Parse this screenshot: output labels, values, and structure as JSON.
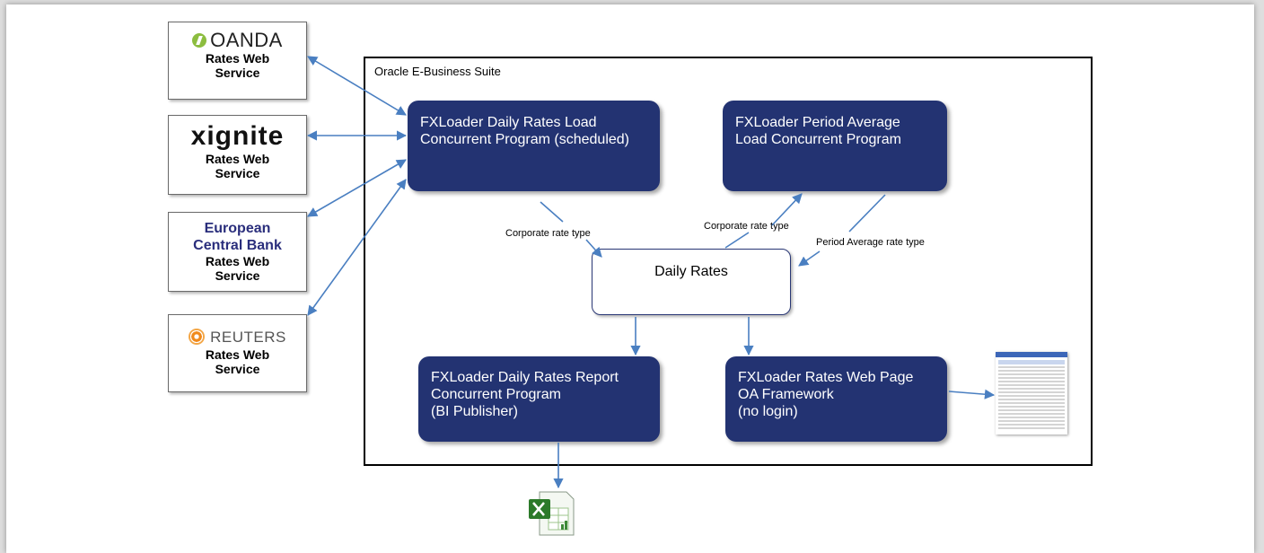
{
  "container_title": "Oracle E-Business Suite",
  "providers": {
    "oanda": {
      "logo_text": "OANDA",
      "sub": [
        "Rates Web",
        "Service"
      ]
    },
    "xignite": {
      "logo_pre": "x",
      "logo_dot": "i",
      "logo_post": "gnite",
      "sub": [
        "Rates Web",
        "Service"
      ]
    },
    "ecb": {
      "logo_lines": [
        "European",
        "Central Bank"
      ],
      "sub": [
        "Rates Web",
        "Service"
      ]
    },
    "reuters": {
      "logo_text": "REUTERS",
      "sub": [
        "Rates Web",
        "Service"
      ]
    }
  },
  "programs": {
    "daily_load": [
      "FXLoader Daily Rates Load",
      "Concurrent Program (scheduled)"
    ],
    "period_average": [
      "FXLoader Period Average",
      "Load Concurrent Program"
    ],
    "report": [
      "FXLoader Daily Rates Report",
      "Concurrent Program",
      "(BI Publisher)"
    ],
    "web_page": [
      "FXLoader Rates Web Page",
      "OA Framework",
      "(no login)"
    ]
  },
  "daily_rates": "Daily Rates",
  "edge_labels": {
    "corporate_left": "Corporate rate type",
    "corporate_right": "Corporate rate type",
    "period_average": "Period Average rate type"
  },
  "icons": {
    "spreadsheet": "excel-file-icon",
    "web_page": "web-page-screenshot-thumbnail"
  },
  "colors": {
    "program_box": "#233372",
    "arrow": "#4a7fc1",
    "ecb_text": "#2a2e7c",
    "oanda_green": "#8cbd3f",
    "reuters_orange": "#f08a1c"
  }
}
